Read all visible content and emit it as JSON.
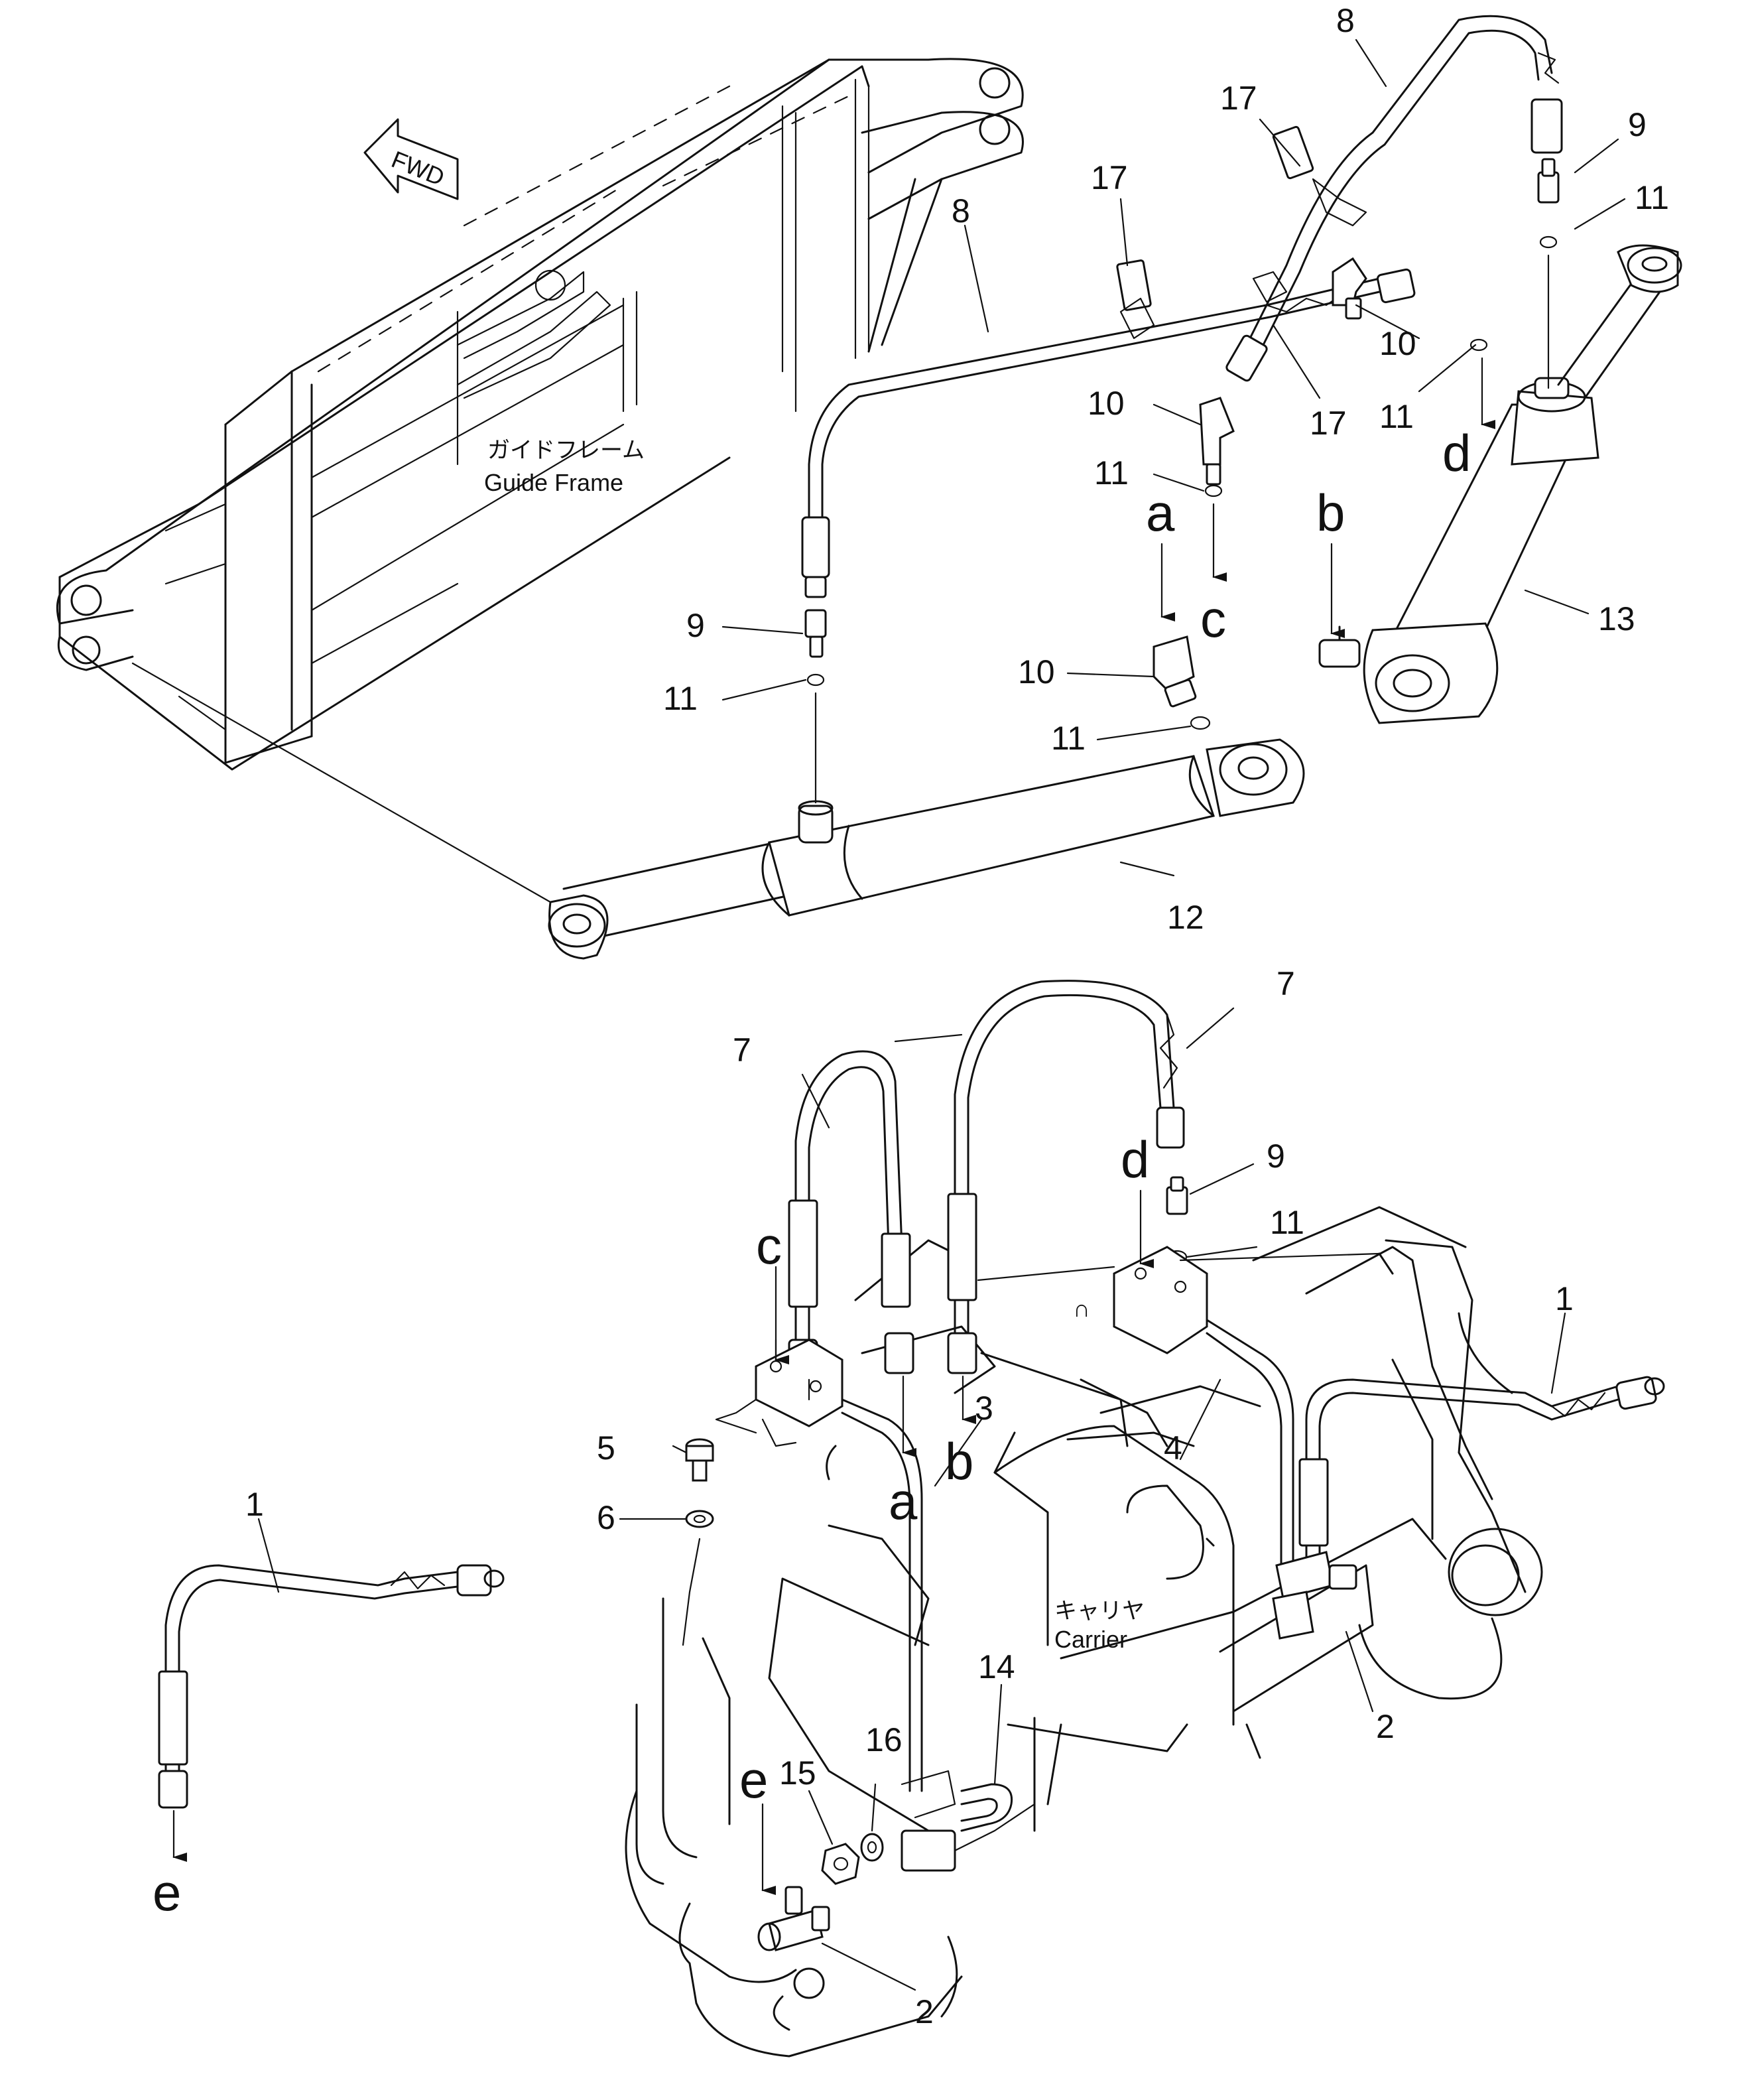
{
  "diagram": {
    "fwd_label": "FWD",
    "guide_frame": {
      "jp": "ガイドフレーム",
      "en": "Guide Frame"
    },
    "carrier": {
      "jp": "キャリヤ",
      "en": "Carrier"
    },
    "callouts": {
      "c8a": "8",
      "c8b": "8",
      "c9a": "9",
      "c9b": "9",
      "c9c": "9",
      "c10a": "10",
      "c10b": "10",
      "c10c": "10",
      "c11a": "11",
      "c11b": "11",
      "c11c": "11",
      "c11d": "11",
      "c11e": "11",
      "c11f": "11",
      "c12": "12",
      "c13": "13",
      "c17a": "17",
      "c17b": "17",
      "c17c": "17",
      "c7a": "7",
      "c7b": "7",
      "c1a": "1",
      "c1b": "1",
      "c2a": "2",
      "c2b": "2",
      "c3": "3",
      "c4": "4",
      "c5": "5",
      "c6": "6",
      "c14": "14",
      "c15": "15",
      "c16": "16"
    },
    "letters": {
      "a_top": "a",
      "b_top": "b",
      "c_top": "c",
      "d_top": "d",
      "a_bot": "a",
      "b_bot": "b",
      "c_bot": "c",
      "d_bot": "d",
      "e_left": "e",
      "e_bot": "e"
    }
  }
}
